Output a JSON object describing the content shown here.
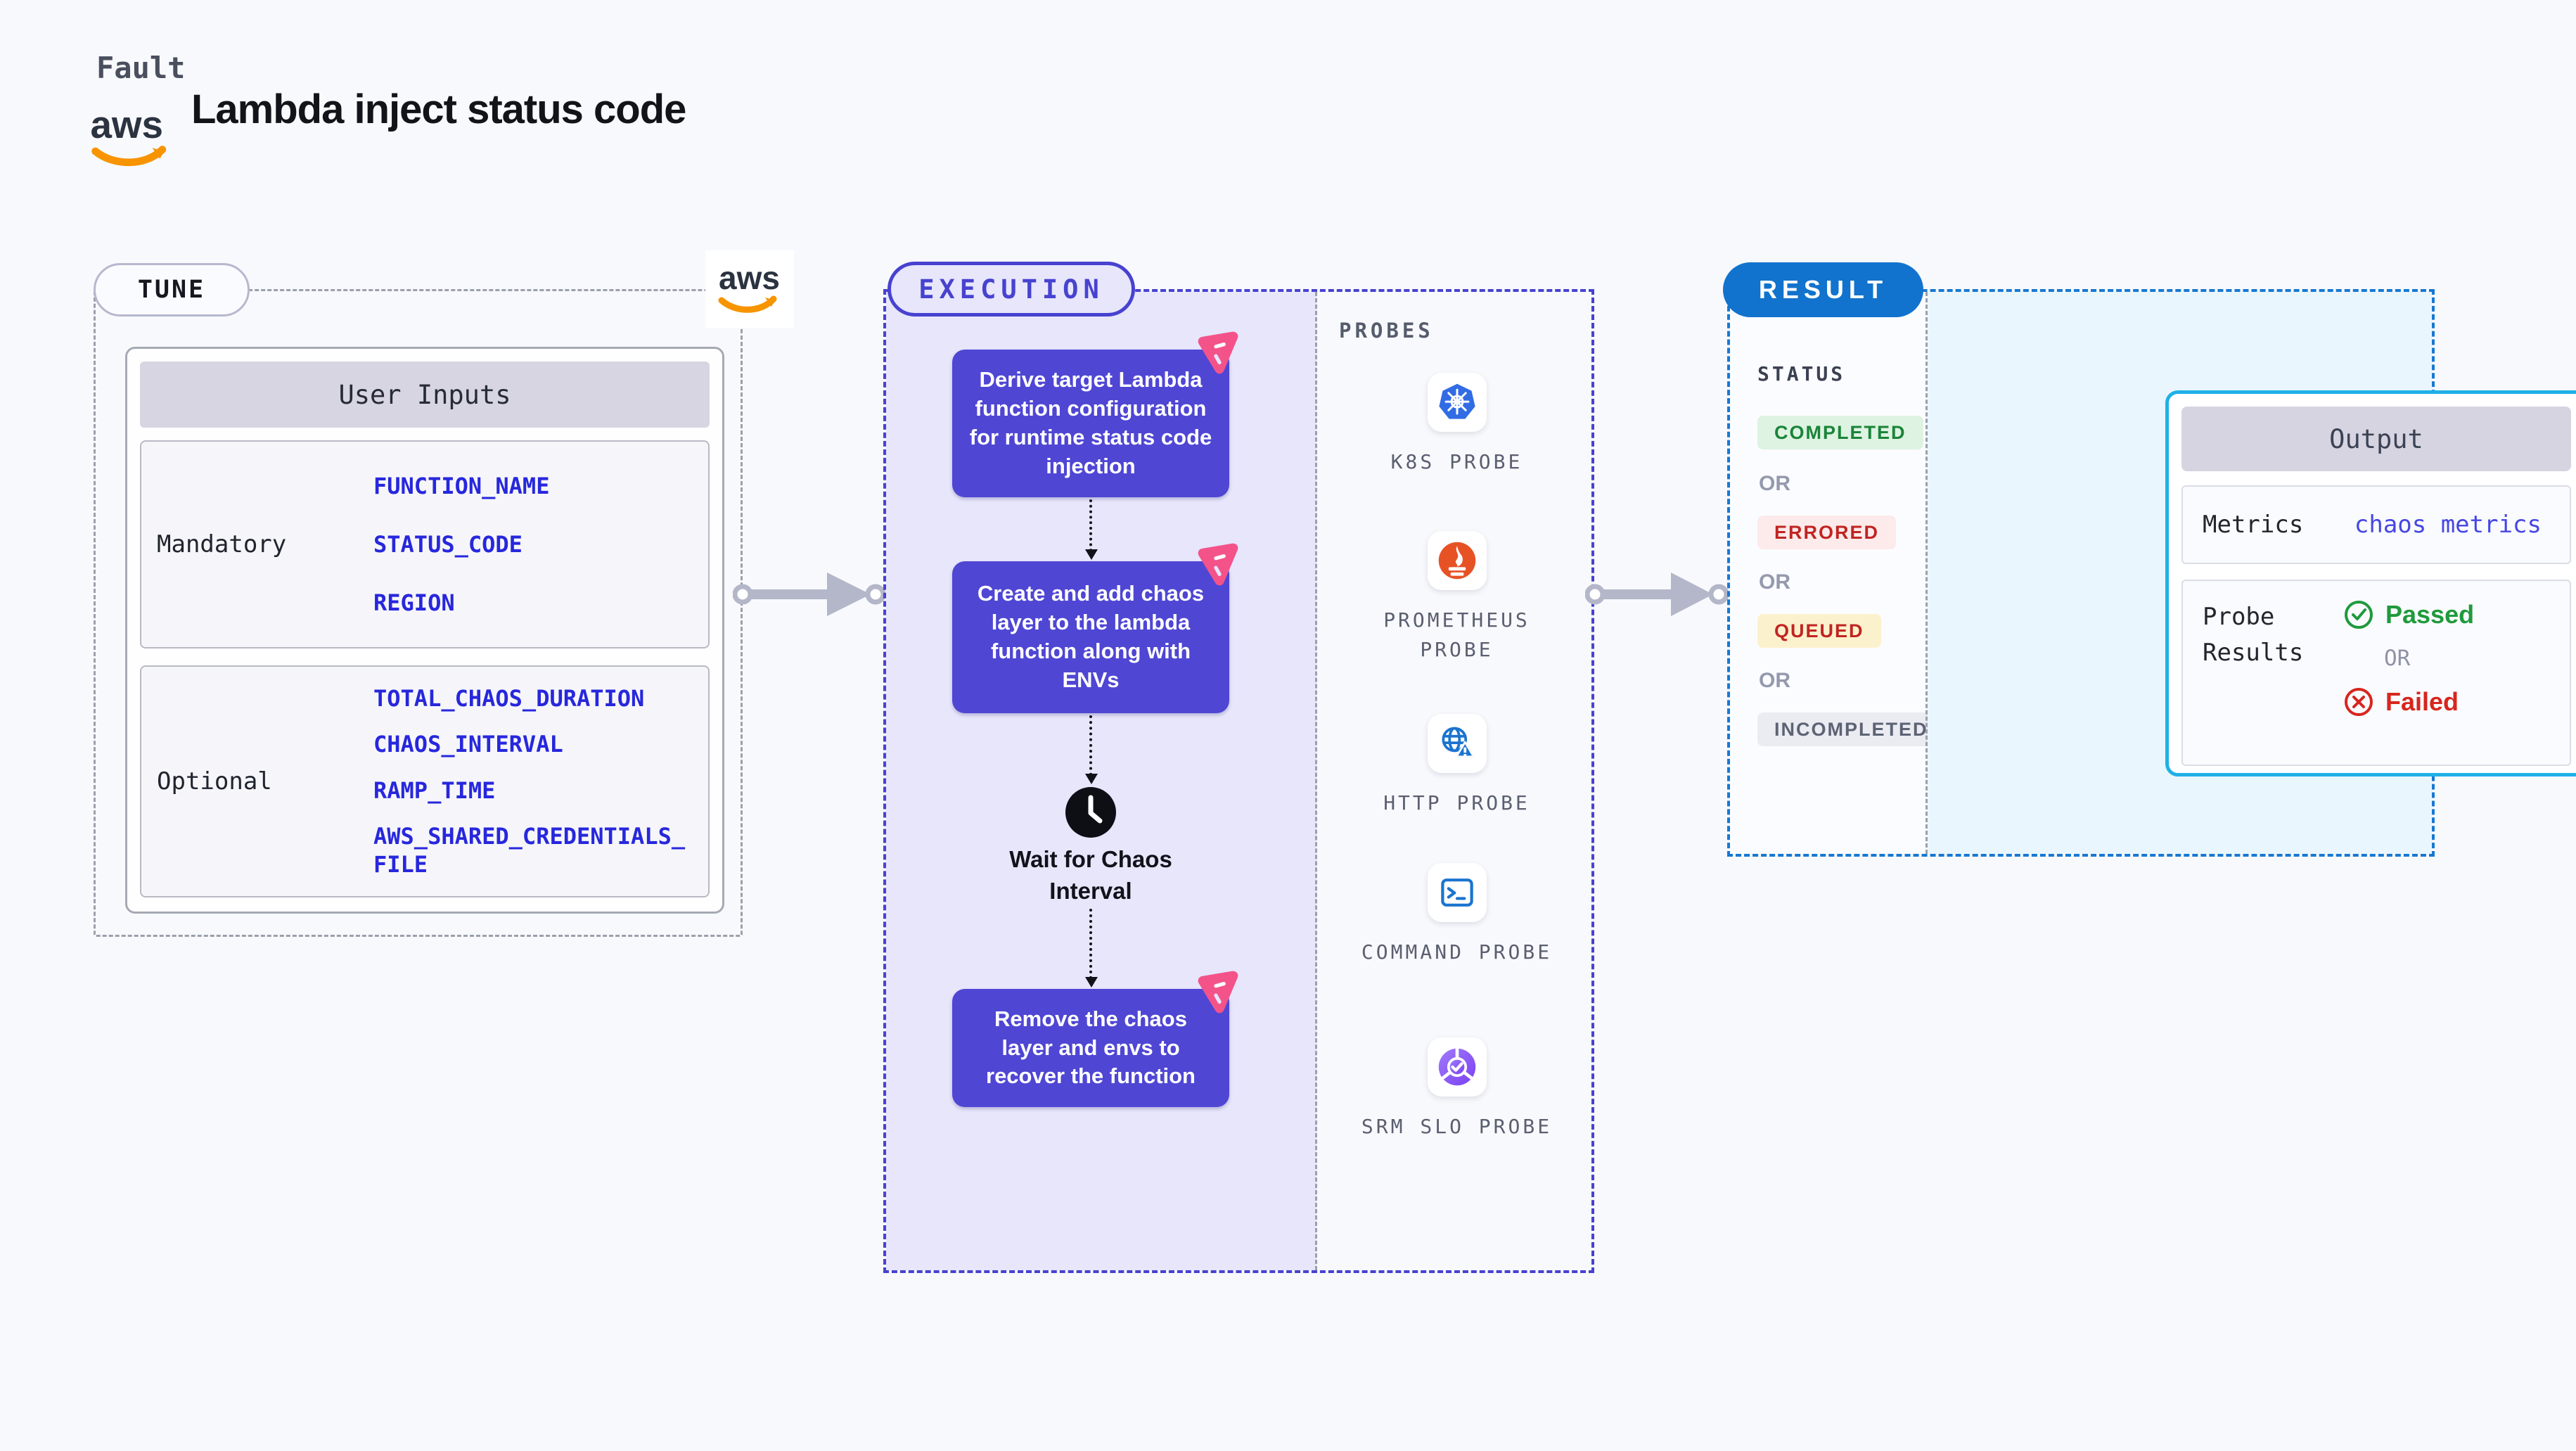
{
  "header": {
    "fault_label": "Fault",
    "title": "Lambda inject status code"
  },
  "logos": {
    "aws_text": "aws"
  },
  "tune": {
    "pill_label": "TUNE",
    "table_title": "User Inputs",
    "rows": [
      {
        "label": "Mandatory",
        "params": [
          "FUNCTION_NAME",
          "STATUS_CODE",
          "REGION"
        ]
      },
      {
        "label": "Optional",
        "params": [
          "TOTAL_CHAOS_DURATION",
          "CHAOS_INTERVAL",
          "RAMP_TIME",
          "AWS_SHARED_CREDENTIALS_FILE"
        ]
      }
    ]
  },
  "execution": {
    "pill_label": "EXECUTION",
    "steps": [
      "Derive target Lambda function configuration for runtime status code injection",
      "Create and add chaos layer to the lambda function along with ENVs",
      "Remove the chaos layer and envs to recover the function"
    ],
    "wait_label": "Wait for Chaos Interval"
  },
  "probes": {
    "title": "PROBES",
    "items": [
      {
        "label": "K8S PROBE",
        "icon": "kubernetes-icon"
      },
      {
        "label": "PROMETHEUS PROBE",
        "icon": "prometheus-icon"
      },
      {
        "label": "HTTP PROBE",
        "icon": "http-globe-warning-icon"
      },
      {
        "label": "COMMAND PROBE",
        "icon": "terminal-icon"
      },
      {
        "label": "SRM SLO PROBE",
        "icon": "slo-pie-check-icon"
      }
    ]
  },
  "result": {
    "pill_label": "RESULT",
    "status_title": "STATUS",
    "or_label": "OR",
    "statuses": [
      {
        "label": "COMPLETED",
        "text_color": "#1a8438",
        "bg_color": "#def3e2"
      },
      {
        "label": "ERRORED",
        "text_color": "#c02522",
        "bg_color": "#fcebea"
      },
      {
        "label": "QUEUED",
        "text_color": "#c02522",
        "bg_color": "#fcf1cd"
      },
      {
        "label": "INCOMPLETED",
        "text_color": "#5d6374",
        "bg_color": "#ebecf2"
      }
    ],
    "output": {
      "title": "Output",
      "metrics_label": "Metrics",
      "metrics_value": "chaos metrics",
      "probe_results_label": "Probe Results",
      "or_label": "OR",
      "passed_label": "Passed",
      "failed_label": "Failed"
    }
  },
  "colors": {
    "page_bg": "#f8f9fc",
    "step_indigo": "#4f46d4",
    "execution_border": "#4742cf",
    "execution_bg": "#e7e6fb",
    "param_blue": "#2727dd",
    "result_pill_blue": "#1173cd",
    "result_border_blue": "#1778d2",
    "output_border_cyan": "#1fb0e7",
    "result_right_bg": "#e9f6fd",
    "passed_green": "#1f9a3c",
    "failed_red": "#d7261d",
    "arrow_gray": "#b4b6c9",
    "aws_orange": "#f79400",
    "chaos_pink": "#f4538a",
    "k8s_blue": "#326ce5",
    "prometheus_orange": "#e75225",
    "probe_icon_blue": "#1b74cf",
    "srm_purple": "#8b5cf6"
  }
}
